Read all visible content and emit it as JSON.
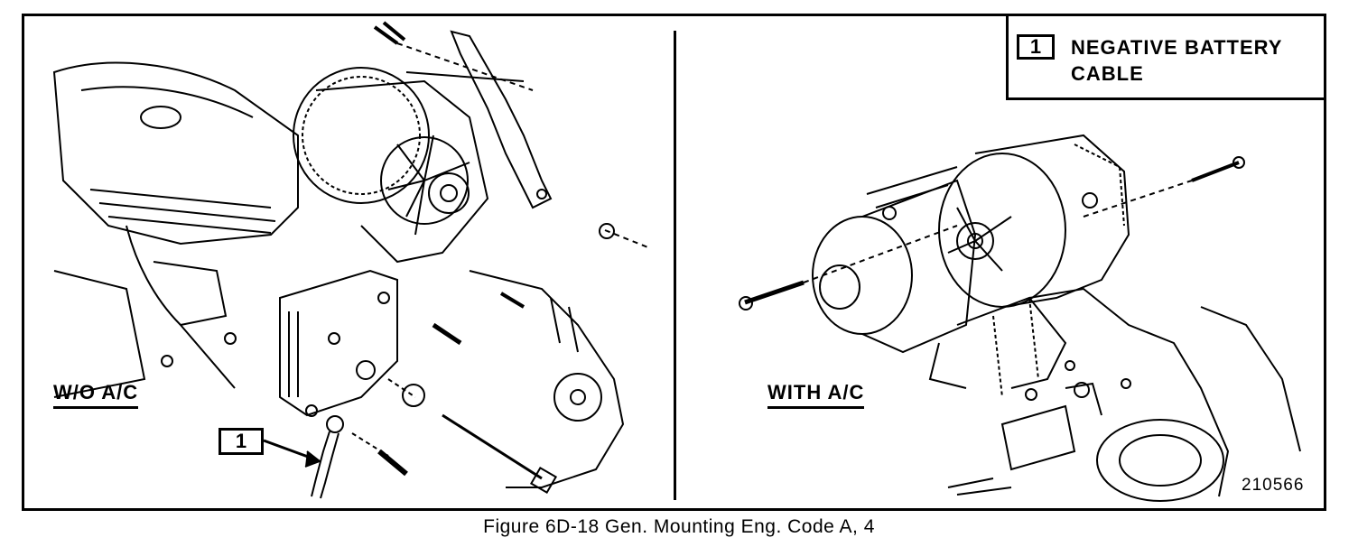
{
  "legend": {
    "number": "1",
    "text_line1": "NEGATIVE BATTERY",
    "text_line2": "CABLE"
  },
  "left_view": {
    "label": "W/O A/C",
    "callout_number": "1"
  },
  "right_view": {
    "label": "WITH A/C"
  },
  "figure_id": "210566",
  "caption": "Figure 6D-18 Gen. Mounting Eng. Code A, 4"
}
